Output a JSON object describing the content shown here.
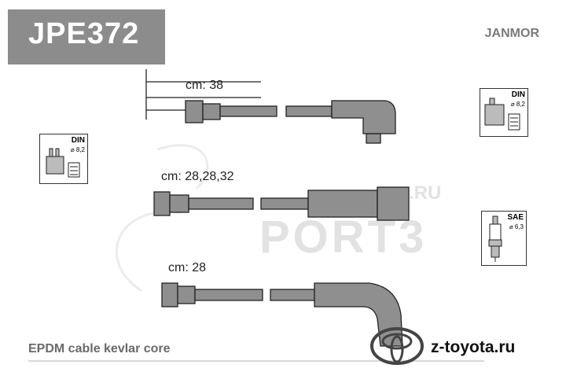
{
  "header": {
    "code": "JPE372",
    "brand": "JANMOR"
  },
  "cables": [
    {
      "length_label": "cm: 38"
    },
    {
      "length_label": "cm: 28,28,32"
    },
    {
      "length_label": "cm: 28"
    }
  ],
  "badges": {
    "left": {
      "standard": "DIN",
      "diameter": "⌀ 8,2"
    },
    "right_top": {
      "standard": "DIN",
      "diameter": "⌀ 8,2"
    },
    "right_bottom": {
      "standard": "SAE",
      "diameter": "⌀ 6,3"
    }
  },
  "watermark": {
    "text": "PORT3",
    "suffix": ".RU"
  },
  "footer": {
    "material": "EPDM cable kevlar core",
    "site": "z-toyota.ru"
  },
  "colors": {
    "code_box": "#8c8c8c",
    "cable_fill": "#8f8f8f",
    "outline": "#222222"
  }
}
